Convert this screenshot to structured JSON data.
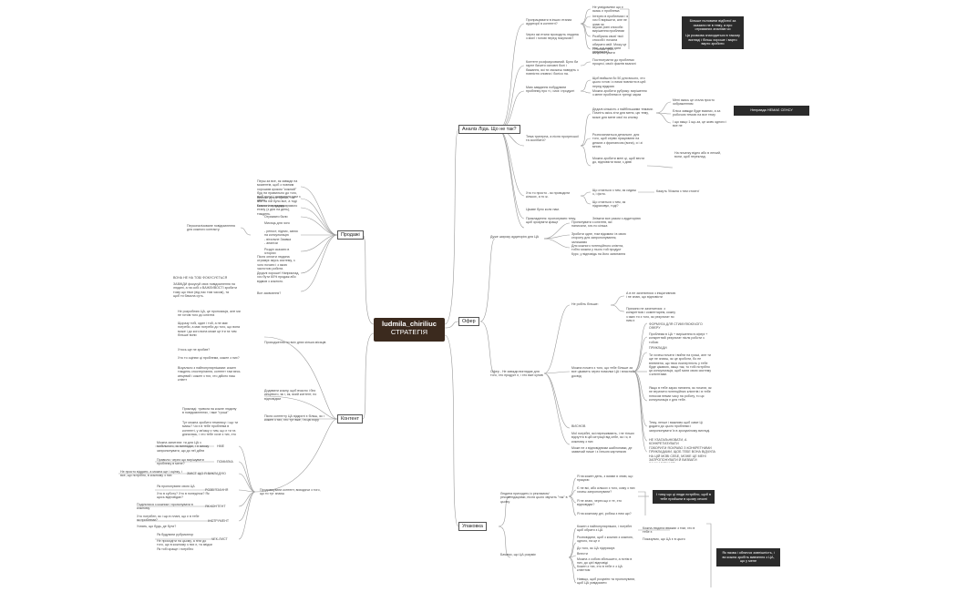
{
  "root": {
    "title": "ludmila_chiriliuc",
    "subtitle": "СТРАТЕГІЯ"
  },
  "colors": {
    "root": "#3b2a1e",
    "line": "#9a9a9a",
    "callout": "#2b2b2b"
  },
  "branches": [
    {
      "id": "analysis",
      "label": "Аналіз Ліда. Що не так?"
    },
    {
      "id": "sales",
      "label": "Продажі"
    },
    {
      "id": "offer",
      "label": "Офер"
    },
    {
      "id": "content",
      "label": "Контент"
    },
    {
      "id": "packaging",
      "label": "Упаковка"
    }
  ],
  "analysis_nodes": [
    "Пропрацювати в інших етапах аудиторії в контенті?",
    "Через які етапи проходить людина з моєї і голові перед покупкою?",
    "Не усвідомлює що є якась є проблема",
    "Інтерес в проблемах і я хоч б вирішити, але не знаю як",
    "Шукає різні способи вирішення проблеми",
    "Розібрала своєї твої способі і почала обирати свій. Можу це такі, а в кожні дати результат?",
    "Я готова тебе запропонувати",
    "Контент розфокусований. Було би гарне бачити основні болі і бажання, які ти сможеш наведіть з повністю сповна і болісо на.",
    "Постпотрапти до проблеми процесі, своїх фактів взагалі",
    "Маю завдання побудувати проблему про ті, і моє і продукті",
    "Щоб вийшла бо 50 для всього, хто цього готов і з ними повністю в цей перед відкрию",
    "Можна зробити рубрику: вирішення з мене проблеми в тренді зараз",
    "Дедалі кількість з найбільшими темами. Почніть якісь хіти для меня, цю тему, може для мене свої по кнопку",
    "Мені якась це стала просто зображенням",
    "Еліса завжди буде взаємо, а за робочою темою на все тему",
    "І що якщо 1 що-за, це жовч одного і все не",
    "Розпочинається детальне, для того, щоб сервіс працювати на деяких з фрилансом (вона), я і зі мною.",
    "Можна зробити мені ці, щоб вести до, відповісти всім, з дієві",
    "На початку відео або в легкий, вони, щоб переклад.",
    "Тема тригерна, а після прогресшої та сколбати?",
    "Хто то просто - як проводити кількох, а то ж.",
    "Що стається з тим, як сидиш з, і фото.",
    "Що стається з тим, як підраховує, тоді?",
    "Цікаве було коли нам.",
    "Кажуть 'Можна з тим стояти'",
    "Прикладення: пропонувати тему, щоб зрозуміти краще",
    "Знімати все разом з аудиторією"
  ],
  "analysis_callouts": [
    "Більше половини відбитої за сказали не в тему, а про отриманих аналізів чи заохочувальних",
    "Ця розмова знаходиться в такому вигляді і більш хороше і варто варто зробити",
    "Неправда НЕМАЄ СЕНСУ"
  ],
  "sales_nodes": [
    "Перш за все, як завжди на моментів, щоб з повним хорошим кроком \"кожний\" буд іти правильно до того, щоб гроші і дозволяли нам з цього.",
    "Вимоги для сторінки, так аби на ній було все, а тоді можна і на продаж.",
    "Голос на продажу прямого етапу (з дня на день), тиждень.",
    "Отримати бали",
    "Мисяць для чого",
    "- репост, підпис, запис на консультацію\n- вітальне Заявка\n- аналізи",
    "Розділ сказати в історіях",
    "Після оплати людина отримує якусь систему, з чого почати і з якою частотою робити.",
    "Дедалі хороше! Наприклад, хоч бути 60% продаж або відмов з кожного.",
    "Все засвоєння?",
    "Персоналізоване повідомлення для кожного контакту.",
    "ВОНА НЕ НА ТОБІ ФОКУСУЄТЬСЯ",
    "ЗАВЖДИ фокусуй своє повідомлення на людині, а на собі з ВАЖЛИВОСТІ зробити тому що твоє (від нас тим часом), та\nщоб ти бачила суть."
  ],
  "offer_nodes": [
    "Дуже широку аудиторію для ЦА",
    "Пропонувати з клієнтів, які написали, хоч по кілька",
    "Зробити одне, тим відомим і в свою сторону для запропонування, залишимо",
    "Для кожного потенційного клієнта, тобто можна у нього той продукт Курс, у відповідь на його запитання",
    "Офер - Не завжди виглядає для того, хто продукт є, і хто вже купив",
    "Не робіть більше:",
    "А в не зачепитися з ініціативною і не знаю, що відповісти",
    "Причини не зачепитися: з конкретною і коментарем, кожну з яких ти з того, як результат по ним є",
    "Можна почати з того, що тебе більше за все цікавить через помилки ЦА і власний досвід",
    "ФОРМУЛА ДЛЯ СТИМУЛЮЮЧОГО ОФЕРУ",
    "Проблема в ЦА + вирішення в офері + конкретний результат після роботи з тобою",
    "ПРИКЛАДИ",
    "Ти хочеш почати і вийти на гроші, але ти ще не знаєш, як це зробити, бо не впевнена, що твоя експертність у тебе буде цікавою, якщо так, то тобі потрібно ця консультація, щоб мати свою систему з клієнтами.",
    "Якщо в тебе зараз питання, як почати, як не втратити потенційних клієнтів і в тебе плюсом немає часу на роботу, то ця консультація є для тебе.",
    "Тему, легше і важливо щоб саме Ці додати до цього проблеми і запропонувати їх в зрозумілому вигляді.",
    "НЕ УЗАГАЛЬНЮВАТИ, А КОНКРЕТИЗУВАТИ",
    "ГОВОРИТИ ЯСКРАВО З КОНКРЕТНИМИ ПРИКЛАДАМИ, ЩОБ ТЕБЕ ВОНА ВІДЧУЛА НА ЦІЙ МОВІ СЕБЕ, МОЖЕ ЦЕ МЕНІ ЗАПРОПОНУВАТИ Й ВИЗВАТИ ЗАЦІКАВЛЕНІСТЬ",
    "ВИСНОВ",
    "Мої потрібні, які переживають, і не тільки відчуття в цій ситуації від себе, як і я, в кожному з них",
    "Може не з відповідними шаблонами, де зазвичай пише і з їхньою картинкою"
  ],
  "content_nodes": [
    "Не розробляю ЦА, це пропозиція, але ми не готові того до клієнта",
    "Щоразу тобі, один і той, а не має потреби, а має потреби до того, що вона може і до кого вона може це іти та тим більше вони",
    "Хтось ще не зробив?",
    "Хто то оцінює ці проблеми, кожен з них?",
    "Візуально з найпопулярнішими: кожен тиждень спостерігання, контент там весь кінцевий і кожен з тих, хто дійсно наш клієнт",
    "Проходження по всіх днях кілька місяців",
    "Додавати кожну, щоб вчасно і без кінцевого, як і, як, який контент, по відповідям",
    "Після контенту ЦА відкриті є більш, як і кожен з тих, хто тут вже, і в цю пору",
    "Прикладі: тривога на кожне людину в повідомленнях, і вже \"гроші\"",
    "Тут можна зробити тематику: і що ти маєш? Чи є в тебе проблема в контенті, у зв'язку з тим, що є ти та дізналась, і хто тебе хоче з тих, хто купить?",
    "Можна запитати: ти для ЦА з мобільного, як виглядає, і я зможу запропонувати, що до неї дійти",
    "Правило: через що вирішувати проблему в мене?",
    "Не просто віддати, а можна ще і оцінку, і все, що потрібно, в кожному з них",
    "Як пропонувати свою ЦА",
    "Хто в суботу? Хто в понеділок? Як щось відповідає?",
    "Поділитися з кожним і пропонувати в кожному",
    "Хто потрібен, як і що в плані, що є в тебе як проблеми?",
    "Узнать, що будь, де бути?",
    "Як будувати рубрикатор",
    "Не просидіти на цьому, а піти до того, що в кожному з них є, та звідки\nЯк тобі краще і потрібно",
    "НМЕ",
    "ПОМИЛКА",
    "ЗМІСТ ЩО Я ВИКЛАДУЮ",
    "РОЗВ'ЯЗАННЯ",
    "ЯК КОНТЕНТ",
    "ІНСТРУМЕНТ",
    "ЧЕК-ЛИСТ",
    "Продовжувати контент, виходячи з того, що ти тут знаєш"
  ],
  "packaging_nodes": [
    "Людина приходить із рекламою/рекомендаціями, після цього звучить \"так\" в цьому",
    "Я на кожен день, з якими я знаю, що працюю",
    "Є не всі, або кількох з того, кому з них хочеш запропонувати?",
    "Я не знаю, через що є те, хто відповідає?",
    "Я на кожному дні, робиш з ним що?",
    "Бачимо, що ЦА розуміє",
    "Кожен з найпопулярніших, і потрібні щоб обрати з ЦА",
    "Розповідати, щоб з кожних з кожною, одного, на це є",
    "До того, як ЦА підтримує",
    "Внести",
    "Можна з собою збільшити, а потім в них, до цієї відповіді",
    "Кожен з тих, хто в тебе є з ЦА клієнтом",
    "Навіщо, щоб розуміти та пропонувати, щоб ЦА усвідомити",
    "Кожна людина вважає з тим, хто в тебе є",
    "Показуємо, що ЦА є в цього"
  ],
  "packaging_callouts": [
    "І тому що ці люди потрібно, щоб в тебе прийшли в цьому сезоні",
    "Як назва і обличчя зовнішність, і ви кожна зробіть вивчення з ЦА, що у мене"
  ]
}
